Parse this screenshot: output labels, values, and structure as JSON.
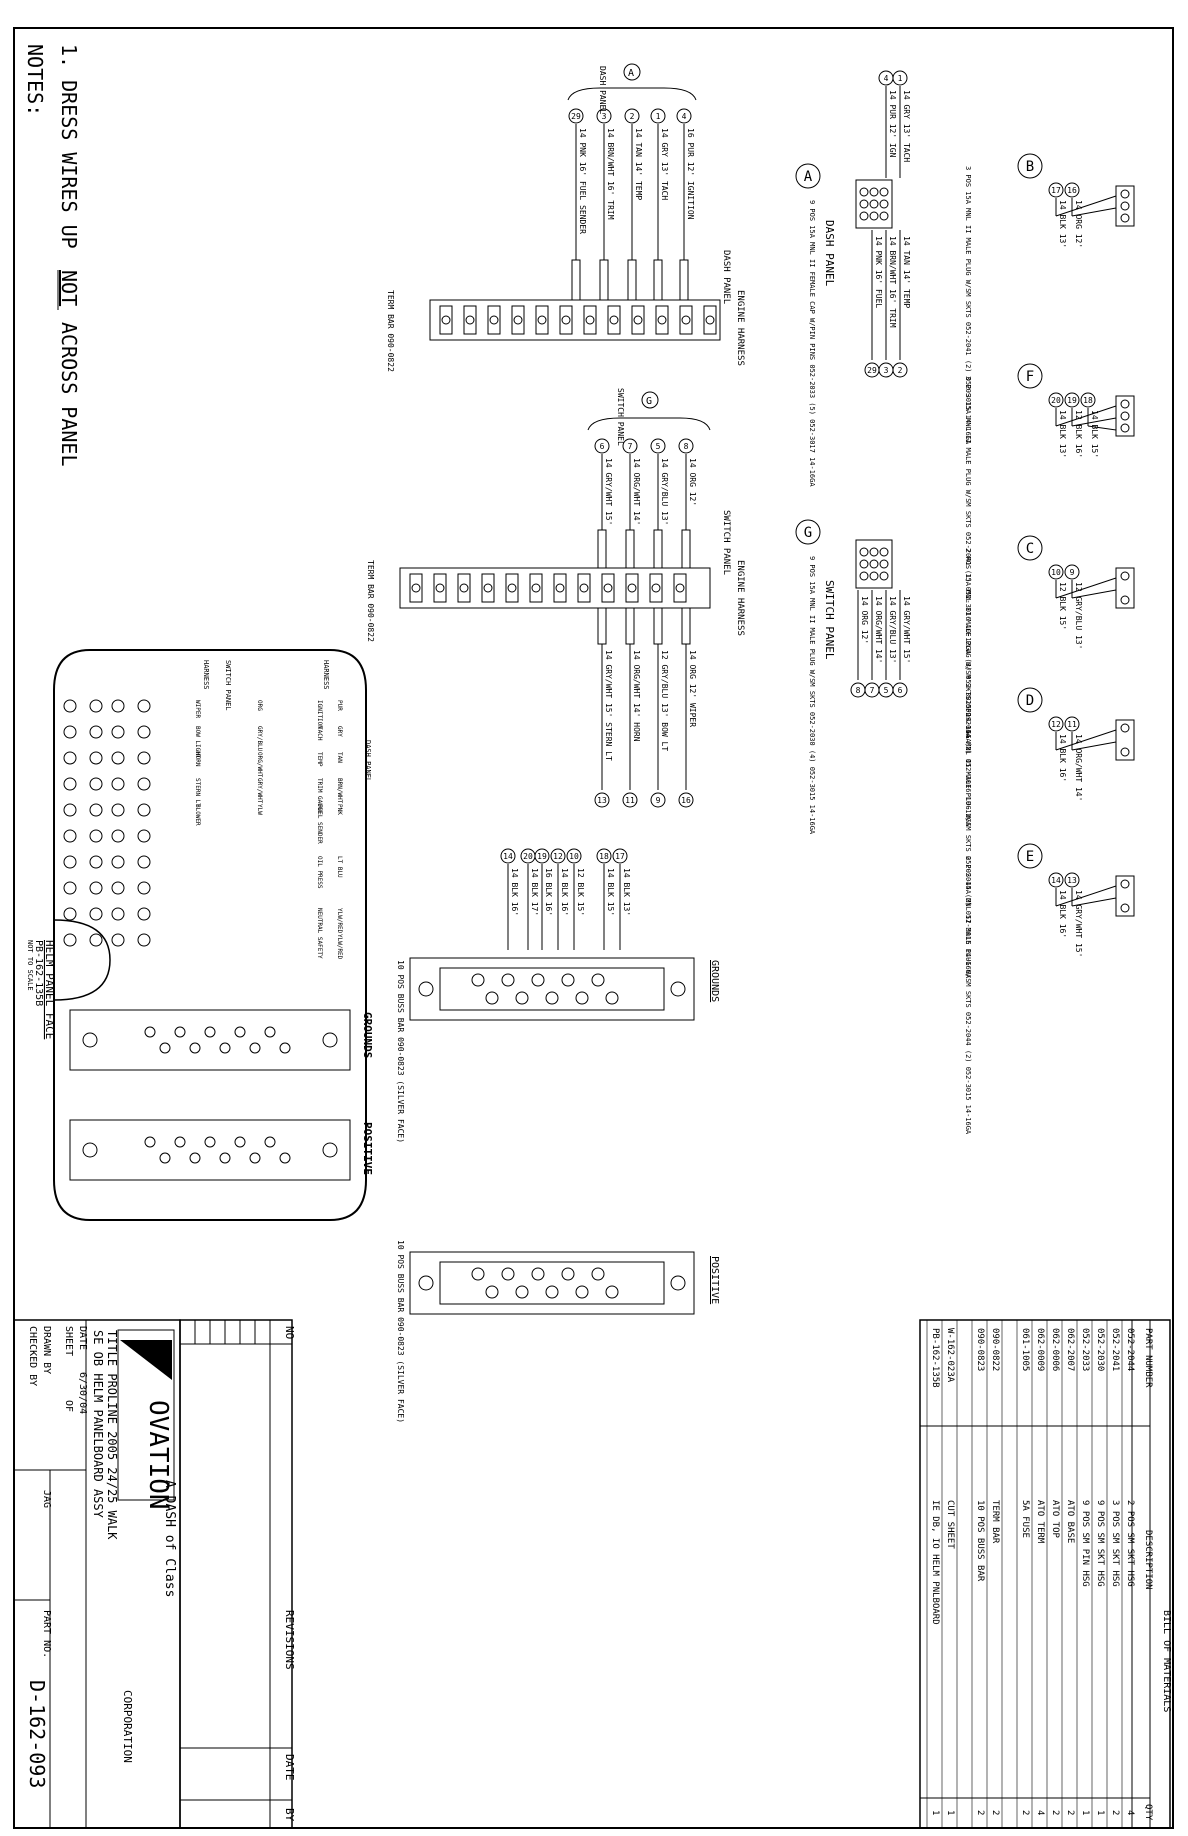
{
  "notes": {
    "heading": "NOTES:",
    "item1_pre": "1. DRESS WIRES UP",
    "item1_not": "NOT",
    "item1_post": "ACROSS PANEL"
  },
  "dash_group": {
    "letter": "A",
    "label": "DASH PANEL",
    "wires": [
      {
        "num": "4",
        "text": "16 PUR 12' IGNITION"
      },
      {
        "num": "1",
        "text": "14 GRY 13' TACH"
      },
      {
        "num": "2",
        "text": "14 TAN 14' TEMP"
      },
      {
        "num": "3",
        "text": "14 BRN/WHT 16' TRIM"
      },
      {
        "num": "29",
        "text": "14 PNK 16' FUEL SENDER"
      }
    ],
    "harness": "ENGINE HARNESS",
    "panel": "DASH PANEL",
    "termbar": "TERM BAR 090-0822"
  },
  "switch_group": {
    "letter": "G",
    "label": "SWITCH PANEL",
    "wires": [
      {
        "num": "8",
        "text": "14 ORG 12'"
      },
      {
        "num": "5",
        "text": "14 GRY/BLU 13'"
      },
      {
        "num": "7",
        "text": "14 ORG/WHT 14'"
      },
      {
        "num": "6",
        "text": "14 GRY/WHT 15'"
      }
    ],
    "right_wires": [
      {
        "num": "16",
        "text": "14 ORG 12' WIPER"
      },
      {
        "num": "9",
        "text": "12 GRY/BLU 13' BOW LT"
      },
      {
        "num": "11",
        "text": "14 ORG/WHT 14' HORN"
      },
      {
        "num": "13",
        "text": "14 GRY/WHT 15' STERN LT"
      }
    ],
    "harness": "ENGINE HARNESS",
    "panel": "SWITCH PANEL",
    "termbar": "TERM BAR 090-0822"
  },
  "grounds": {
    "label": "GROUNDS",
    "wires": [
      {
        "num": "17",
        "text": "14 BLK 13'"
      },
      {
        "num": "18",
        "text": "14 BLK 15'"
      },
      {
        "num": "10",
        "text": "12 BLK 15'"
      },
      {
        "num": "12",
        "text": "14 BLK 16'"
      },
      {
        "num": "19",
        "text": "16 BLK 16'"
      },
      {
        "num": "20",
        "text": "14 BLK 17'"
      },
      {
        "num": "14",
        "text": "14 BLK 16'"
      }
    ],
    "bar_label": "10 POS BUSS BAR 090-0823 (SILVER FACE)"
  },
  "positive": {
    "label": "POSITIVE",
    "bar_label": "10 POS BUSS BAR 090-0823 (SILVER FACE)"
  },
  "connectors": {
    "dash": {
      "letter": "A",
      "title": "DASH PANEL",
      "desc": "9 POS 15A MNL II FEMALE CAP W/PIN PINS 052-2033 (5) 052-3017 14-16GA",
      "left_wires": [
        {
          "num": "1",
          "text": "14 GRY 13' TACH"
        },
        {
          "num": "4",
          "text": "14 PUR 12' IGN"
        }
      ],
      "right_wires": [
        {
          "num": "2",
          "text": "14 TAN 14' TEMP"
        },
        {
          "num": "3",
          "text": "14 BRN/WHT 16' TRIM"
        },
        {
          "num": "29",
          "text": "14 PNK 16' FUEL"
        }
      ]
    },
    "switch": {
      "letter": "G",
      "title": "SWITCH PANEL",
      "desc": "9 POS 15A MNL II MALE PLUG W/SM SKTS 052-2030 (4) 052-3015 14-16GA",
      "left_wires": [
        {
          "num": "8",
          "text": "14 ORG 12'"
        }
      ],
      "right_wires": [
        {
          "num": "6",
          "text": "14 GRY/WHT 15'"
        },
        {
          "num": "5",
          "text": "14 GRY/BLU 13'"
        },
        {
          "num": "7",
          "text": "14 ORG/WHT 14'"
        }
      ]
    },
    "b": {
      "letter": "B",
      "desc": "3 POS 15A MNL II MALE PLUG W/SM SKTS 052-2041 (2) 052-3015 14-16GA",
      "wires": [
        {
          "num": "17",
          "text": "14 BLK 13'"
        },
        {
          "num": "16",
          "text": "14 ORG 12'"
        }
      ]
    },
    "f": {
      "letter": "F",
      "desc": "3 POS 15A MNL II MALE PLUG W/SM SKTS 052-2041 (1) 052-3016 10-12GA (3) 052-3015 14-16GA",
      "wires": [
        {
          "num": "20",
          "text": "14 BLK 13'"
        },
        {
          "num": "19",
          "text": "12 BLK 16'"
        },
        {
          "num": "18",
          "text": "14 BLK 15'"
        }
      ]
    },
    "c": {
      "letter": "C",
      "desc": "2 POS 15A MNL II MALE PLUG W/SM SKTS 052-2044 (2) 052-3016 10-12GA",
      "wires": [
        {
          "num": "10",
          "text": "12 BLK 15'"
        },
        {
          "num": "9",
          "text": "12 GRY/BLU 13'"
        }
      ]
    },
    "d": {
      "letter": "D",
      "desc": "2 POS 15A MNL II MALE PLUG W/SM SKTS 052-2044 (2) 052-3015 14-16GA",
      "wires": [
        {
          "num": "12",
          "text": "14 BLK 16'"
        },
        {
          "num": "11",
          "text": "14 ORG/WHT 14'"
        }
      ]
    },
    "e": {
      "letter": "E",
      "desc": "2 POS 15A MNL II MALE PLUG W/SM SKTS 052-2044 (2) 052-3015 14-16GA",
      "wires": [
        {
          "num": "14",
          "text": "14 BLK 16'"
        },
        {
          "num": "13",
          "text": "14 GRY/WHT 15'"
        }
      ]
    }
  },
  "helm": {
    "title": "HELM PANEL FACE",
    "part": "PB-162-135B",
    "scale": "NOT TO SCALE",
    "dash_head": "DASH PANEL",
    "harness_head": "HARNESS",
    "switch_head": "SWITCH PANEL",
    "harness_head2": "HARNESS",
    "dash_col": [
      "PUR",
      "GRY",
      "TAN",
      "BRN/WHT",
      "PNK",
      "",
      "LT BLU",
      "",
      "YLW/RED",
      "YLW/RED"
    ],
    "harn_col": [
      "IGNITION",
      "TACH",
      "TEMP",
      "TRIM GAUGE",
      "FUEL SENDER",
      "",
      "OIL PRESS",
      "",
      "NEUTRAL SAFETY",
      ""
    ],
    "sw_col": [
      "ORG",
      "GRY/BLU",
      "ORG/WHT",
      "GRY/WHT",
      "YLW",
      "",
      "",
      "",
      "",
      ""
    ],
    "harn2_col": [
      "WIPER",
      "BOW LIGHT",
      "HORN",
      "STERN LT",
      "BLOWER",
      "",
      "",
      "",
      "",
      ""
    ],
    "grounds": "GROUNDS",
    "positive": "POSITIVE"
  },
  "bom": {
    "title": "BILL OF MATERIALS",
    "headers": [
      "PART NUMBER",
      "DESCRIPTION",
      "QTY"
    ],
    "rows": [
      [
        "052-2044",
        "2 POS SM SKT HSG",
        "4"
      ],
      [
        "052-2041",
        "3 POS SM SKT HSG",
        "2"
      ],
      [
        "052-2030",
        "9 POS SM SKT HSG",
        "1"
      ],
      [
        "052-2033",
        "9 POS SM PIN HSG",
        "1"
      ],
      [
        "062-2007",
        "ATO BASE",
        "2"
      ],
      [
        "062-0006",
        "ATO TOP",
        "2"
      ],
      [
        "062-0009",
        "ATO TERM",
        "4"
      ],
      [
        "061-1005",
        "5A FUSE",
        "2"
      ],
      [
        "",
        "",
        ""
      ],
      [
        "090-0822",
        "TERM BAR",
        "2"
      ],
      [
        "090-0823",
        "10 POS BUSS BAR",
        "2"
      ],
      [
        "",
        "",
        ""
      ],
      [
        "W-162-023A",
        "CUT SHEET",
        "1"
      ],
      [
        "PB-162-135B",
        "IE DB, IO HELM PNLBOARD",
        "1"
      ]
    ]
  },
  "revisions": {
    "headers": [
      "NO",
      "REVISIONS",
      "DATE",
      "BY"
    ]
  },
  "titleblock": {
    "company_tag": "A DASH of Class",
    "company": "OVATION",
    "corp": "CORPORATION",
    "title1": "TITLE PROLINE 2005 24/25 WALK",
    "title2": "SE OB HELM PANELBOARD ASSY",
    "date_label": "DATE",
    "date": "6/30/04",
    "sheet_label": "SHEET",
    "of_label": "OF",
    "drawn_label": "DRAWN BY",
    "drawn": "JAG",
    "checked_label": "CHECKED BY",
    "partno_label": "PART NO.",
    "partno": "D-162-093"
  }
}
